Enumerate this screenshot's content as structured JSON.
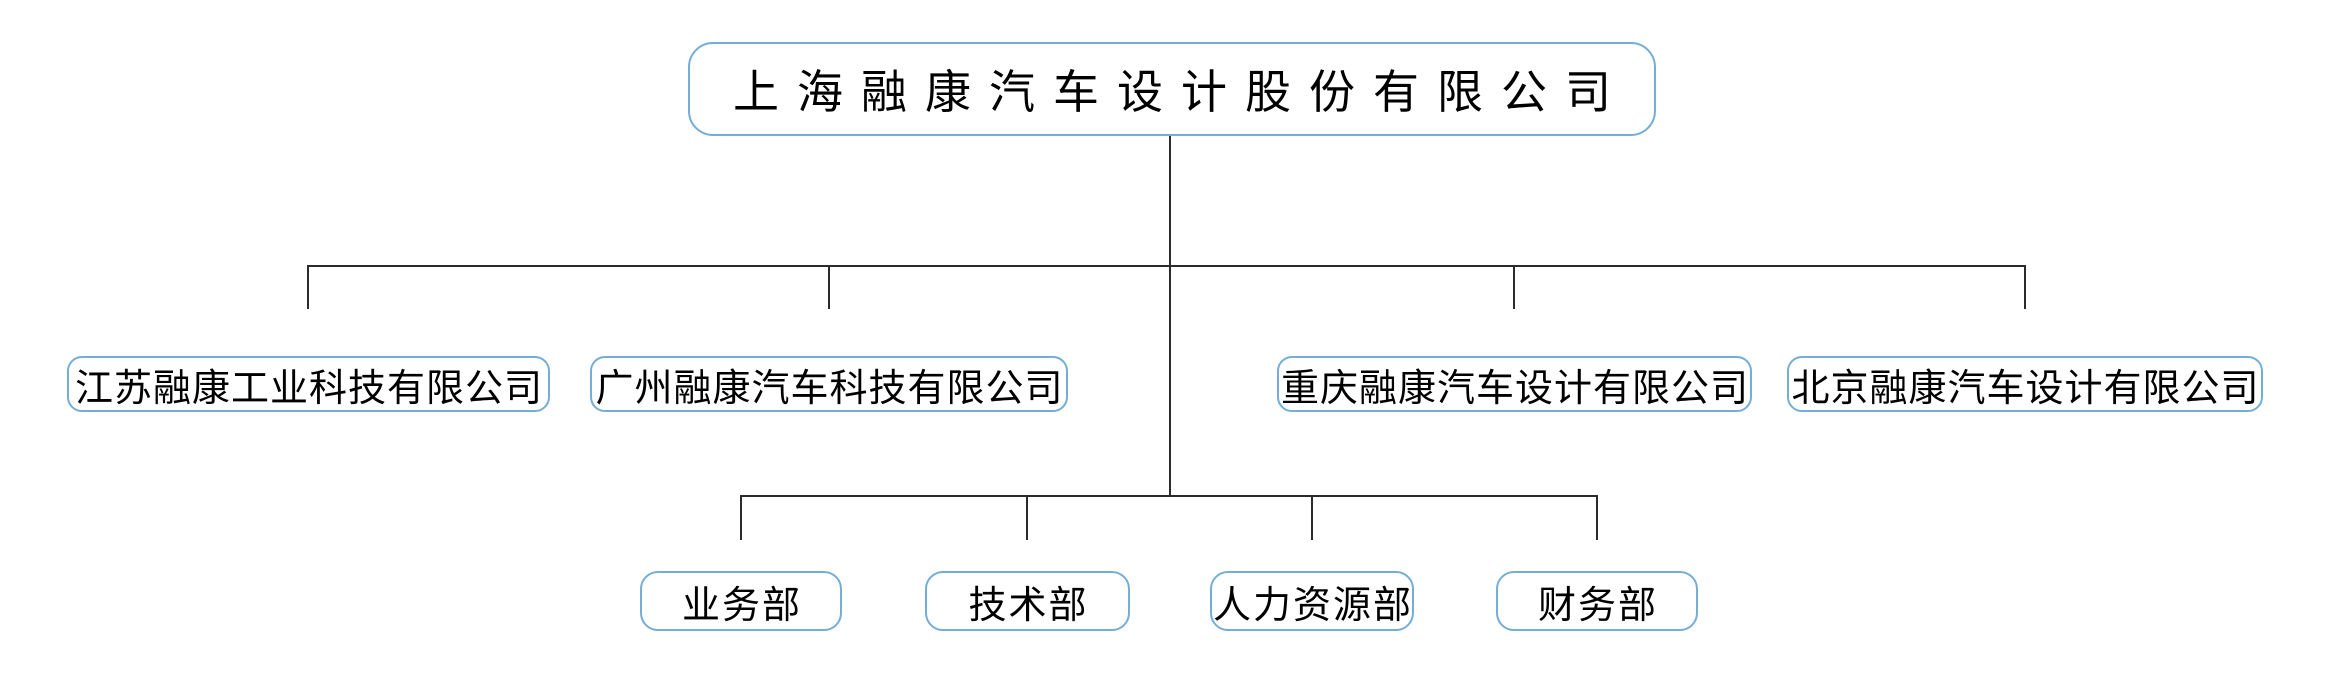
{
  "org_chart": {
    "type": "org-tree",
    "root": {
      "label": "上海融康汽车设计股份有限公司"
    },
    "subsidiaries": [
      {
        "label": "江苏融康工业科技有限公司"
      },
      {
        "label": "广州融康汽车科技有限公司"
      },
      {
        "label": "重庆融康汽车设计有限公司"
      },
      {
        "label": "北京融康汽车设计有限公司"
      }
    ],
    "departments": [
      {
        "label": "业务部"
      },
      {
        "label": "技术部"
      },
      {
        "label": "人力资源部"
      },
      {
        "label": "财务部"
      }
    ],
    "colors": {
      "node_border": "#74aed6",
      "node_fill": "#ffffff",
      "connector": "#2b2b2b",
      "text": "#000000",
      "background": "#ffffff"
    }
  }
}
